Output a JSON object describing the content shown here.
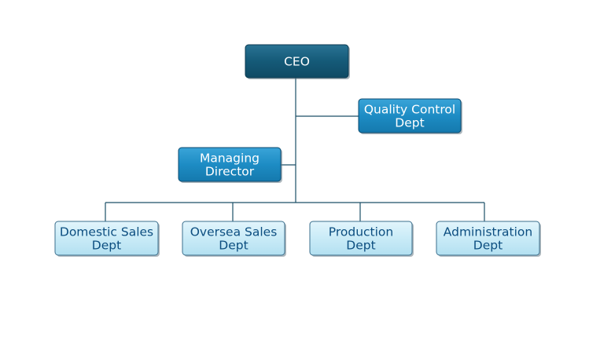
{
  "org_chart": {
    "nodes": {
      "ceo": {
        "lines": [
          "CEO"
        ],
        "level": "top"
      },
      "quality_control": {
        "lines": [
          "Quality Control",
          "Dept"
        ],
        "level": "mid"
      },
      "managing_director": {
        "lines": [
          "Managing",
          "Director"
        ],
        "level": "mid"
      },
      "domestic_sales": {
        "lines": [
          "Domestic Sales",
          "Dept"
        ],
        "level": "dept"
      },
      "oversea_sales": {
        "lines": [
          "Oversea Sales",
          "Dept"
        ],
        "level": "dept"
      },
      "production": {
        "lines": [
          "Production",
          "Dept"
        ],
        "level": "dept"
      },
      "administration": {
        "lines": [
          "Administration",
          "Dept"
        ],
        "level": "dept"
      }
    },
    "reports_to": [
      {
        "from": "ceo",
        "to": "quality_control"
      },
      {
        "from": "ceo",
        "to": "managing_director"
      },
      {
        "from": "ceo",
        "to": "domestic_sales"
      },
      {
        "from": "ceo",
        "to": "oversea_sales"
      },
      {
        "from": "ceo",
        "to": "production"
      },
      {
        "from": "ceo",
        "to": "administration"
      }
    ],
    "colors": {
      "top_box": "#155a78",
      "mid_box": "#1d8cc4",
      "dept_box": "#c9ebf7",
      "dept_text": "#0c4e80",
      "connector": "#1c4f68"
    }
  }
}
